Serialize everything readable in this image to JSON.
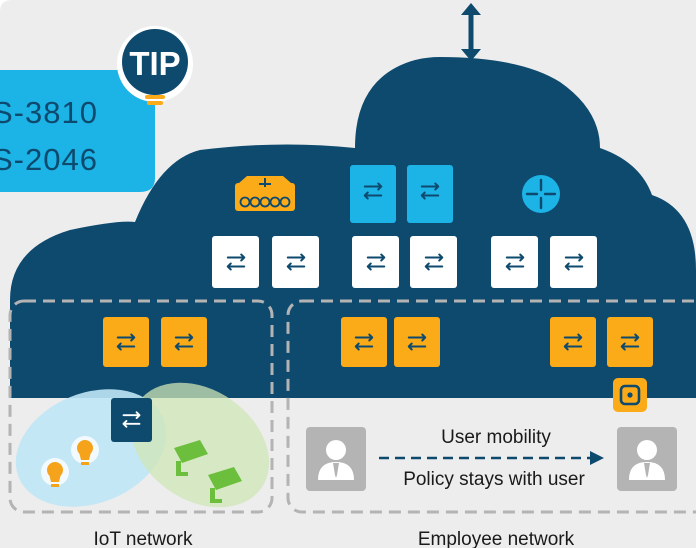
{
  "tip_badge": {
    "text": "TIP"
  },
  "tip_box": {
    "lines": [
      "S-3810",
      "S-2046"
    ]
  },
  "zones": {
    "iot": {
      "label": "IoT network"
    },
    "employee": {
      "label": "Employee network",
      "mobility_label": "User mobility",
      "policy_label": "Policy stays with user"
    }
  },
  "colors": {
    "cloud": "#0e4a6e",
    "accent_blue": "#1cb3e6",
    "switch_orange": "#fbab18",
    "switch_white": "#ffffff",
    "background": "#ededed",
    "dashed_border": "#b4b4b4",
    "tip_box": "#1cb3e6",
    "iot_blue_zone": "#bfe6f6",
    "iot_green_zone": "#cfe6b6",
    "camera_green": "#6cbf3c",
    "bulb_orange": "#f5a31a",
    "user_tile": "#b4b4b4"
  },
  "icons": [
    "firewall-icon",
    "switch-icon",
    "router-icon",
    "camera-icon",
    "lightbulb-icon",
    "user-icon",
    "access-point-icon",
    "double-arrow-icon"
  ]
}
